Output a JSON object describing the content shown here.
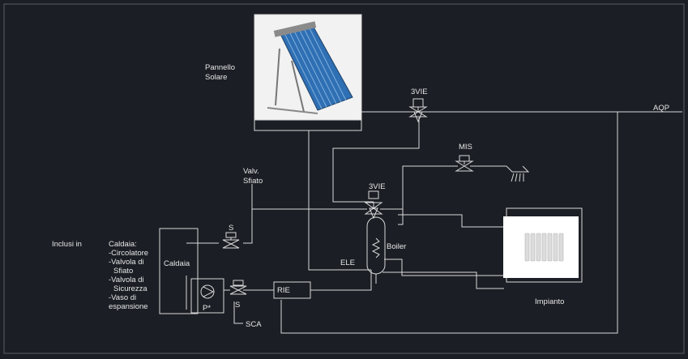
{
  "labels": {
    "pannello_line1": "Pannello",
    "pannello_line2": "Solare",
    "valve_3vie_top": "3VIE",
    "aqp": "AQP",
    "mis": "MIS",
    "valv_line1": "Valv.",
    "valv_line2": "Sfiato",
    "valve_3vie_mid": "3VIE",
    "boiler": "Boiler",
    "ele": "ELE",
    "s_upper": "S",
    "s_lower": "S",
    "inclusi": "Inclusi in",
    "caldaia_list": [
      "Caldaia:",
      "-Circolatore",
      "-Valvola di",
      "Sfiato",
      "-Valvola di",
      "Sicurezza",
      "-Vaso di",
      "espansione"
    ],
    "caldaia_box": "Caldaia",
    "pump": "P*",
    "rie": "RIE",
    "sca": "SCA",
    "impianto": "Impianto"
  },
  "colors": {
    "background": "#1b1e24",
    "line": "#d8d8d8",
    "text": "#e6e6e6",
    "panel_bg": "#f2f2f2",
    "solar_collector": "#2f6fb3"
  },
  "icons": [
    "solar-panel-image",
    "radiator-image",
    "three-way-valve-icon",
    "gate-valve-icon",
    "shower-icon",
    "pump-icon",
    "heating-element-icon"
  ]
}
